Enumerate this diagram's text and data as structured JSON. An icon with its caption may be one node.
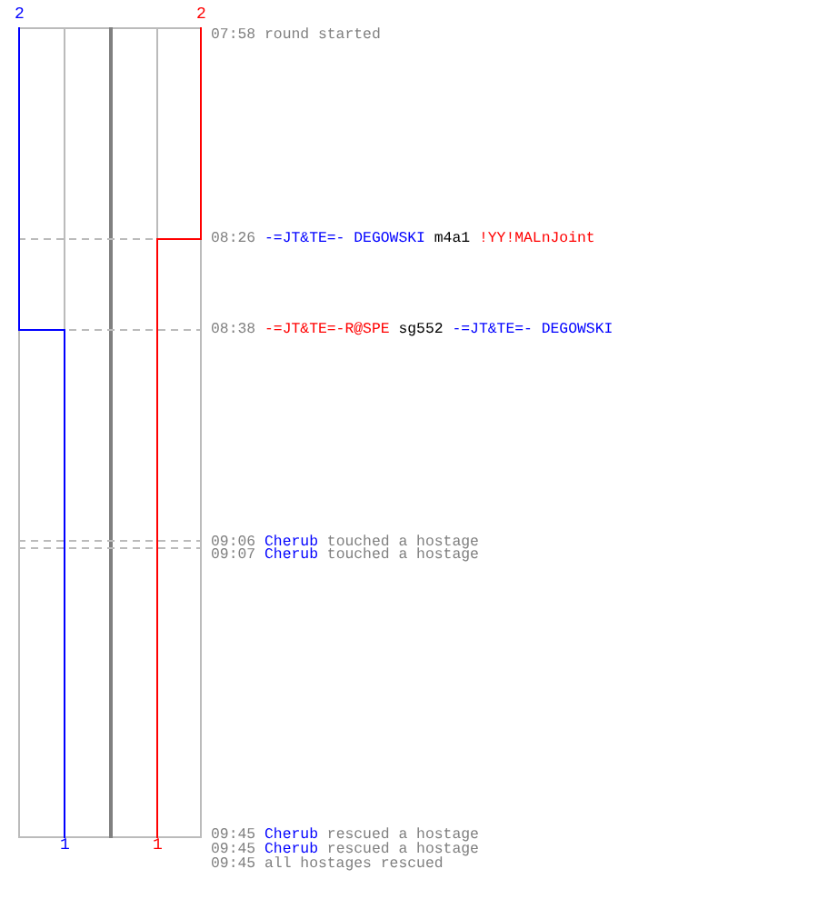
{
  "diagram": {
    "labels": [
      "2",
      "2",
      "07:58",
      "round started",
      "08:26",
      "-=JT&TE=- DEGOWSKI",
      "m4a1",
      "!YY!MALnJoint",
      "08:38",
      "-=JT&TE=-R@SPE",
      "sg552",
      "-=JT&TE=- DEGOWSKI",
      "09:06",
      "Cherub",
      "touched a hostage",
      "09:07",
      "Cherub",
      "touched a hostage",
      "1",
      "1",
      "09:45",
      "Cherub",
      "rescued a hostage",
      "09:45",
      "Cherub",
      "rescued a hostage",
      "09:45",
      "all hostages rescued"
    ]
  }
}
